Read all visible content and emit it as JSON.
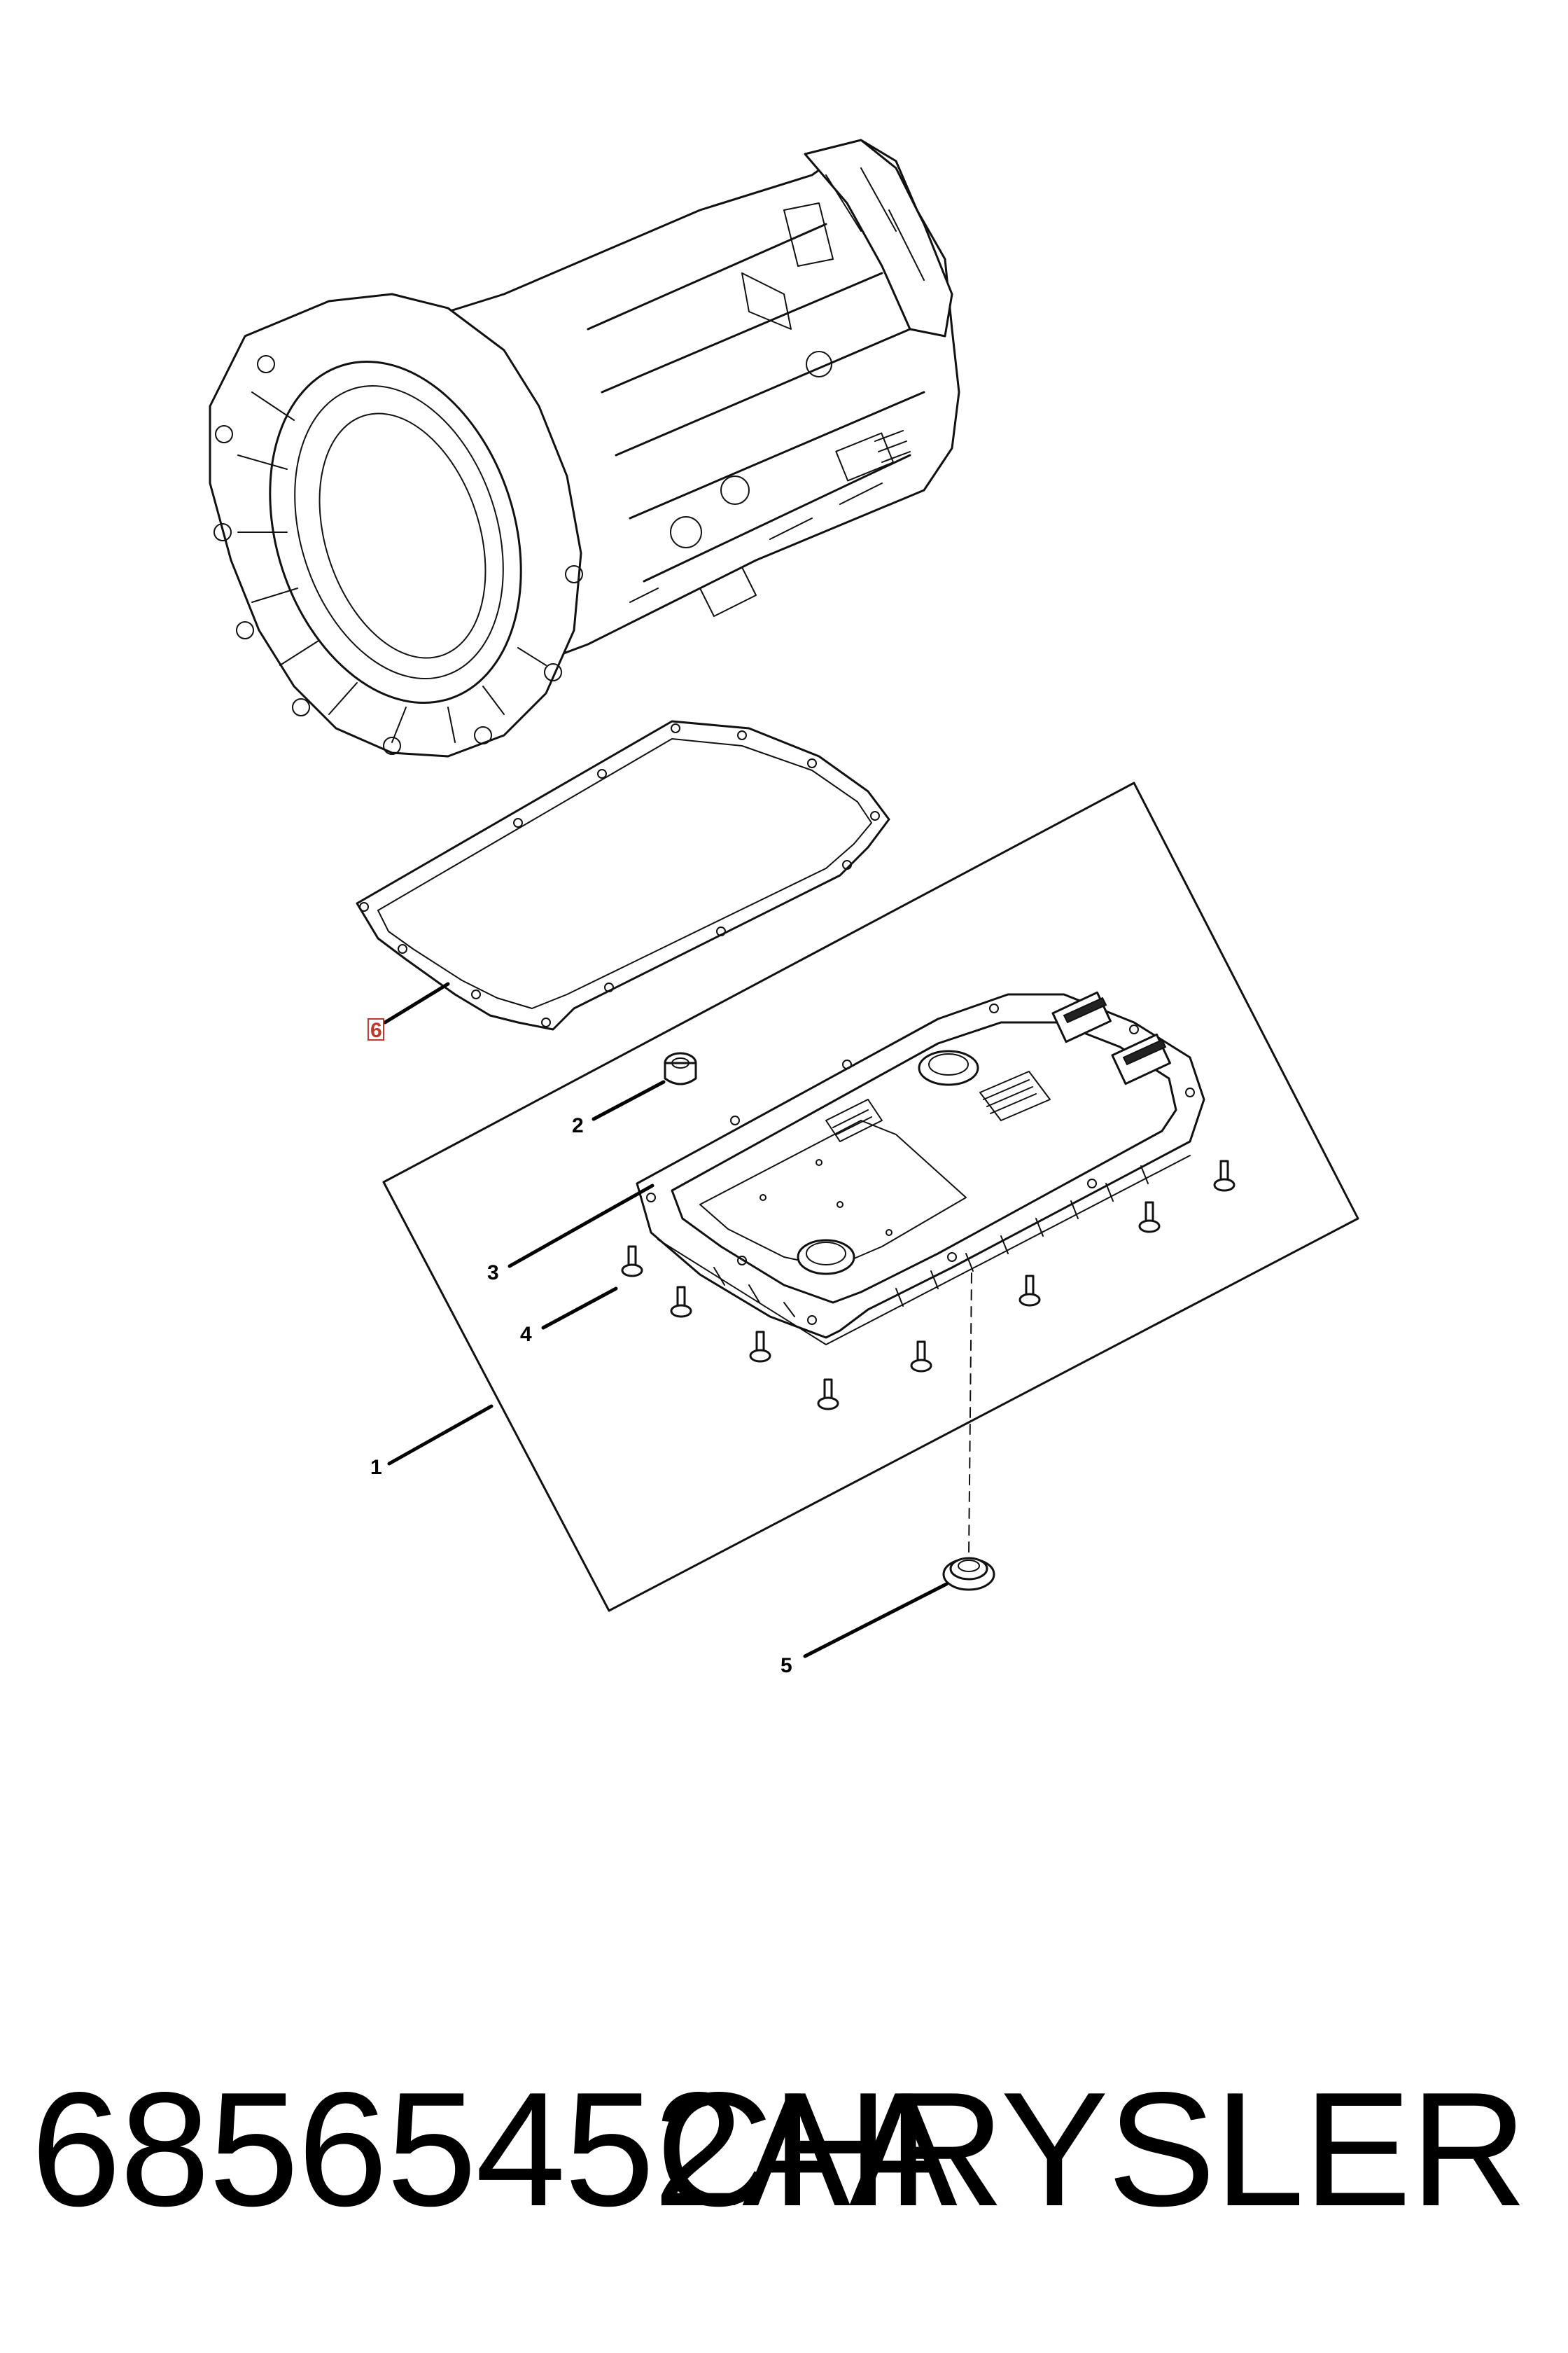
{
  "callouts": [
    {
      "id": "1",
      "label": "1"
    },
    {
      "id": "2",
      "label": "2"
    },
    {
      "id": "3",
      "label": "3"
    },
    {
      "id": "4",
      "label": "4"
    },
    {
      "id": "5",
      "label": "5"
    },
    {
      "id": "6",
      "label": "6",
      "highlighted": true
    }
  ],
  "caption": {
    "part_number": "68565452AA",
    "brand": "CHRYSLER"
  },
  "colors": {
    "line": "#111111",
    "highlight": "#c0392b",
    "background": "#ffffff"
  }
}
